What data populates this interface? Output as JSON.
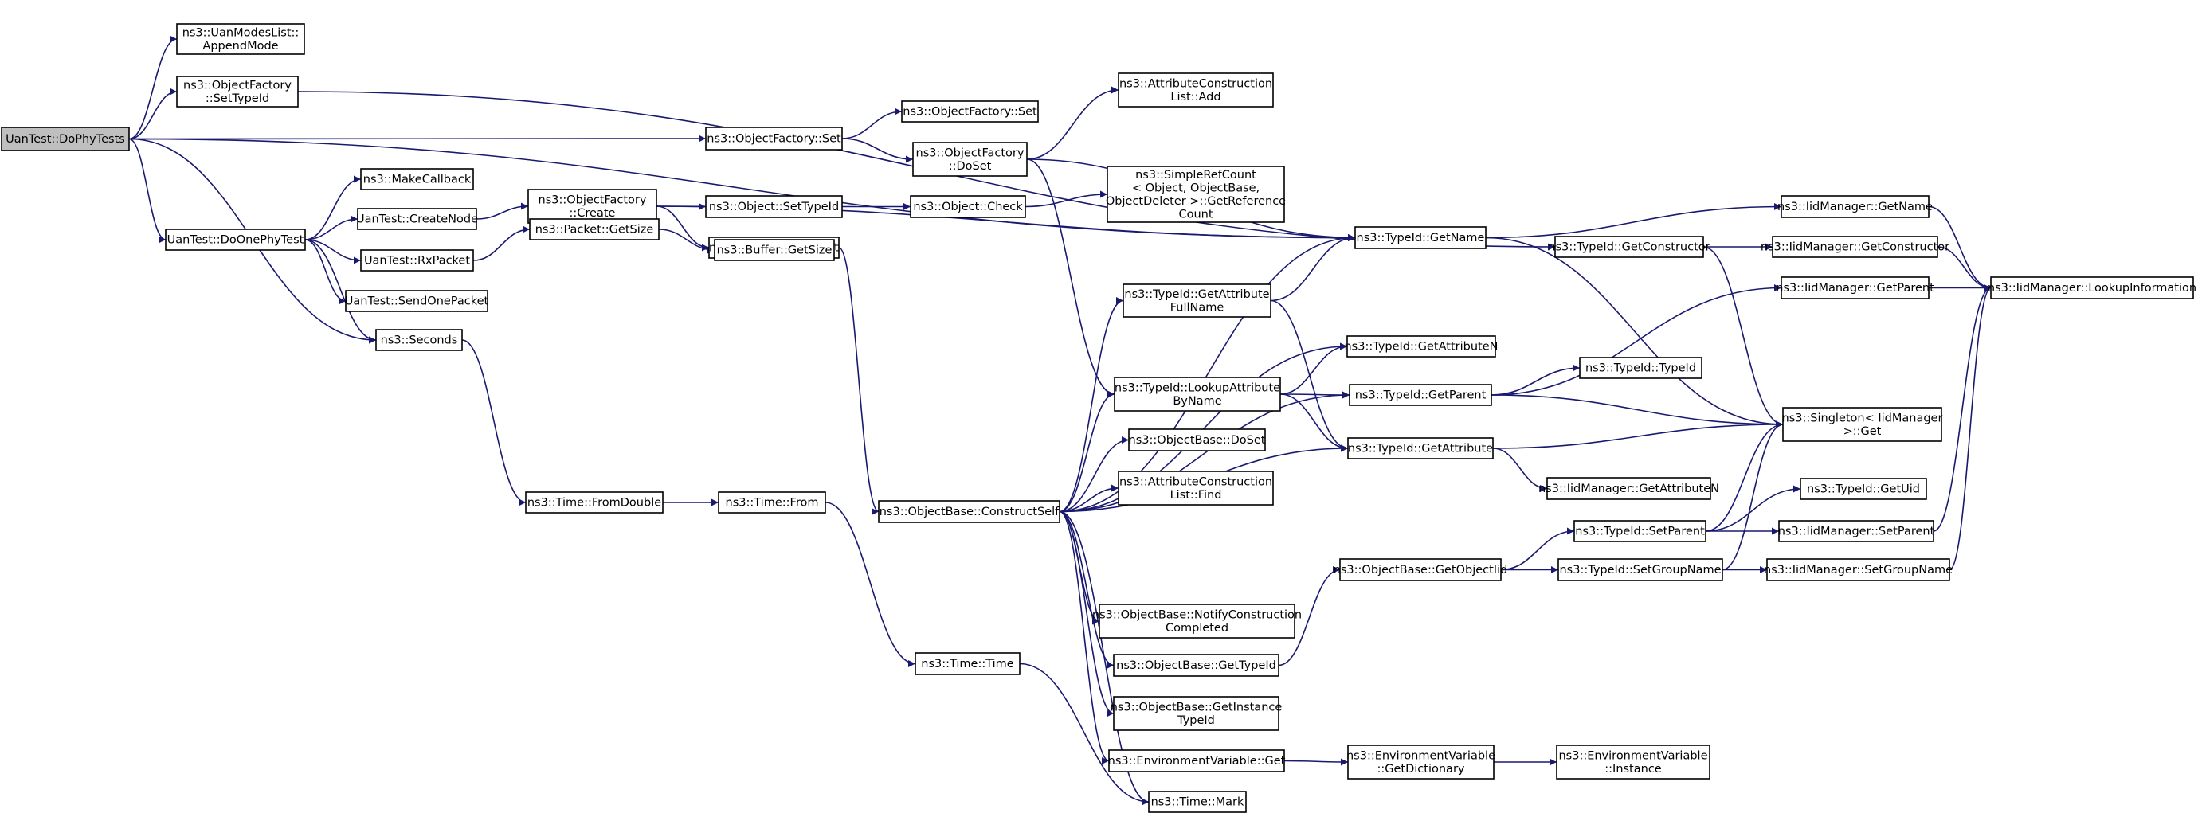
{
  "nodes": [
    {
      "id": "root",
      "lines": [
        "UanTest::DoPhyTests"
      ]
    },
    {
      "id": "appendmode",
      "lines": [
        "ns3::UanModesList::",
        "AppendMode"
      ]
    },
    {
      "id": "settypeid",
      "lines": [
        "ns3::ObjectFactory",
        "::SetTypeId"
      ]
    },
    {
      "id": "dophytest",
      "lines": [
        "UanTest::DoOnePhyTest"
      ]
    },
    {
      "id": "seconds",
      "lines": [
        "ns3::Seconds"
      ]
    },
    {
      "id": "makecallback",
      "lines": [
        "ns3::MakeCallback"
      ]
    },
    {
      "id": "createnode",
      "lines": [
        "UanTest::CreateNode"
      ]
    },
    {
      "id": "rxpacket",
      "lines": [
        "UanTest::RxPacket"
      ]
    },
    {
      "id": "sendonepacket",
      "lines": [
        "UanTest::SendOnePacket"
      ]
    },
    {
      "id": "ofcreate",
      "lines": [
        "ns3::ObjectFactory",
        "::Create"
      ]
    },
    {
      "id": "ofset",
      "lines": [
        "ns3::ObjectFactory::Set"
      ]
    },
    {
      "id": "ofset2",
      "lines": [
        "ns3::ObjectFactory::Set"
      ]
    },
    {
      "id": "ofdoset",
      "lines": [
        "ns3::ObjectFactory",
        "::DoSet"
      ]
    },
    {
      "id": "objsettypeid",
      "lines": [
        "ns3::Object::SetTypeId"
      ]
    },
    {
      "id": "objconstruct",
      "lines": [
        "ns3::Object::Construct"
      ]
    },
    {
      "id": "objcheck",
      "lines": [
        "ns3::Object::Check"
      ]
    },
    {
      "id": "packetgetsize",
      "lines": [
        "ns3::Packet::GetSize"
      ]
    },
    {
      "id": "buffergetsize",
      "lines": [
        "ns3::Buffer::GetSize"
      ]
    },
    {
      "id": "attrconstadd",
      "lines": [
        "ns3::AttributeConstruction",
        "List::Add"
      ]
    },
    {
      "id": "simplerefcount",
      "lines": [
        "ns3::SimpleRefCount",
        "< Object, ObjectBase,",
        "ObjectDeleter >::GetReference",
        "Count"
      ]
    },
    {
      "id": "timefromdouble",
      "lines": [
        "ns3::Time::FromDouble"
      ]
    },
    {
      "id": "timefrom",
      "lines": [
        "ns3::Time::From"
      ]
    },
    {
      "id": "timetime",
      "lines": [
        "ns3::Time::Time"
      ]
    },
    {
      "id": "timemark",
      "lines": [
        "ns3::Time::Mark"
      ]
    },
    {
      "id": "constructself",
      "lines": [
        "ns3::ObjectBase::ConstructSelf"
      ]
    },
    {
      "id": "getattrfullname",
      "lines": [
        "ns3::TypeId::GetAttribute",
        "FullName"
      ]
    },
    {
      "id": "lookupattr",
      "lines": [
        "ns3::TypeId::LookupAttribute",
        "ByName"
      ]
    },
    {
      "id": "obdoset",
      "lines": [
        "ns3::ObjectBase::DoSet"
      ]
    },
    {
      "id": "attrconstfind",
      "lines": [
        "ns3::AttributeConstruction",
        "List::Find"
      ]
    },
    {
      "id": "notifyconst",
      "lines": [
        "ns3::ObjectBase::NotifyConstruction",
        "Completed"
      ]
    },
    {
      "id": "obgettypeid",
      "lines": [
        "ns3::ObjectBase::GetTypeId"
      ]
    },
    {
      "id": "obgetinstance",
      "lines": [
        "ns3::ObjectBase::GetInstance",
        "TypeId"
      ]
    },
    {
      "id": "envget",
      "lines": [
        "ns3::EnvironmentVariable::Get"
      ]
    },
    {
      "id": "tigetname",
      "lines": [
        "ns3::TypeId::GetName"
      ]
    },
    {
      "id": "tigetattrn",
      "lines": [
        "ns3::TypeId::GetAttributeN"
      ]
    },
    {
      "id": "tigetparent",
      "lines": [
        "ns3::TypeId::GetParent"
      ]
    },
    {
      "id": "tigetattr",
      "lines": [
        "ns3::TypeId::GetAttribute"
      ]
    },
    {
      "id": "obgetobjectiid",
      "lines": [
        "ns3::ObjectBase::GetObjectIid"
      ]
    },
    {
      "id": "envgetdict",
      "lines": [
        "ns3::EnvironmentVariable",
        "::GetDictionary"
      ]
    },
    {
      "id": "tigetconstructor",
      "lines": [
        "ns3::TypeId::GetConstructor"
      ]
    },
    {
      "id": "titypeid",
      "lines": [
        "ns3::TypeId::TypeId"
      ]
    },
    {
      "id": "iidgetattrn",
      "lines": [
        "ns3::IidManager::GetAttributeN"
      ]
    },
    {
      "id": "tisetparent",
      "lines": [
        "ns3::TypeId::SetParent"
      ]
    },
    {
      "id": "tisetgroupname",
      "lines": [
        "ns3::TypeId::SetGroupName"
      ]
    },
    {
      "id": "envinstance",
      "lines": [
        "ns3::EnvironmentVariable",
        "::Instance"
      ]
    },
    {
      "id": "iidgetname",
      "lines": [
        "ns3::IidManager::GetName"
      ]
    },
    {
      "id": "iidgetconstructor",
      "lines": [
        "ns3::IidManager::GetConstructor"
      ]
    },
    {
      "id": "iidgetparent",
      "lines": [
        "ns3::IidManager::GetParent"
      ]
    },
    {
      "id": "singletonget",
      "lines": [
        "ns3::Singleton< IidManager",
        " >::Get"
      ]
    },
    {
      "id": "tigetuid",
      "lines": [
        "ns3::TypeId::GetUid"
      ]
    },
    {
      "id": "iidsetparent",
      "lines": [
        "ns3::IidManager::SetParent"
      ]
    },
    {
      "id": "iidsetgroupname",
      "lines": [
        "ns3::IidManager::SetGroupName"
      ]
    },
    {
      "id": "iidlookupinfo",
      "lines": [
        "ns3::IidManager::LookupInformation"
      ]
    }
  ],
  "edges": [
    [
      "root",
      "appendmode"
    ],
    [
      "root",
      "settypeid"
    ],
    [
      "root",
      "ofset"
    ],
    [
      "root",
      "dophytest"
    ],
    [
      "root",
      "seconds"
    ],
    [
      "root",
      "tigetname"
    ],
    [
      "settypeid",
      "tigetconstructor"
    ],
    [
      "dophytest",
      "makecallback"
    ],
    [
      "dophytest",
      "createnode"
    ],
    [
      "dophytest",
      "rxpacket"
    ],
    [
      "dophytest",
      "sendonepacket"
    ],
    [
      "dophytest",
      "seconds"
    ],
    [
      "createnode",
      "ofcreate"
    ],
    [
      "rxpacket",
      "packetgetsize"
    ],
    [
      "packetgetsize",
      "buffergetsize"
    ],
    [
      "seconds",
      "timefromdouble"
    ],
    [
      "timefromdouble",
      "timefrom"
    ],
    [
      "timefrom",
      "timetime"
    ],
    [
      "timetime",
      "timemark"
    ],
    [
      "ofcreate",
      "tigetname"
    ],
    [
      "ofcreate",
      "objsettypeid"
    ],
    [
      "ofcreate",
      "objconstruct"
    ],
    [
      "ofset",
      "ofset2"
    ],
    [
      "ofset",
      "ofdoset"
    ],
    [
      "ofdoset",
      "attrconstadd"
    ],
    [
      "ofdoset",
      "tigetname"
    ],
    [
      "ofdoset",
      "lookupattr"
    ],
    [
      "objsettypeid",
      "objcheck"
    ],
    [
      "objcheck",
      "simplerefcount"
    ],
    [
      "objconstruct",
      "constructself"
    ],
    [
      "constructself",
      "tigetname"
    ],
    [
      "constructself",
      "getattrfullname"
    ],
    [
      "constructself",
      "tigetattrn"
    ],
    [
      "constructself",
      "lookupattr"
    ],
    [
      "constructself",
      "tigetparent"
    ],
    [
      "constructself",
      "tigetattr"
    ],
    [
      "constructself",
      "obdoset"
    ],
    [
      "constructself",
      "attrconstfind"
    ],
    [
      "constructself",
      "notifyconst"
    ],
    [
      "constructself",
      "obgettypeid"
    ],
    [
      "constructself",
      "obgetinstance"
    ],
    [
      "constructself",
      "envget"
    ],
    [
      "constructself",
      "timemark"
    ],
    [
      "getattrfullname",
      "tigetname"
    ],
    [
      "getattrfullname",
      "tigetattr"
    ],
    [
      "lookupattr",
      "tigetattrn"
    ],
    [
      "lookupattr",
      "tigetparent"
    ],
    [
      "lookupattr",
      "tigetattr"
    ],
    [
      "obgettypeid",
      "obgetobjectiid"
    ],
    [
      "envget",
      "envgetdict"
    ],
    [
      "envgetdict",
      "envinstance"
    ],
    [
      "tigetname",
      "iidgetname"
    ],
    [
      "tigetname",
      "singletonget"
    ],
    [
      "tigetparent",
      "titypeid"
    ],
    [
      "tigetparent",
      "iidgetparent"
    ],
    [
      "tigetparent",
      "singletonget"
    ],
    [
      "tigetattr",
      "iidgetattrn"
    ],
    [
      "tigetattr",
      "singletonget"
    ],
    [
      "obgetobjectiid",
      "tisetparent"
    ],
    [
      "obgetobjectiid",
      "tisetgroupname"
    ],
    [
      "tigetconstructor",
      "iidgetconstructor"
    ],
    [
      "tigetconstructor",
      "singletonget"
    ],
    [
      "tisetparent",
      "tigetuid"
    ],
    [
      "tisetparent",
      "iidsetparent"
    ],
    [
      "tisetparent",
      "singletonget"
    ],
    [
      "tisetgroupname",
      "iidsetgroupname"
    ],
    [
      "tisetgroupname",
      "singletonget"
    ],
    [
      "iidgetname",
      "iidlookupinfo"
    ],
    [
      "iidgetconstructor",
      "iidlookupinfo"
    ],
    [
      "iidgetparent",
      "iidlookupinfo"
    ],
    [
      "iidsetparent",
      "iidlookupinfo"
    ],
    [
      "iidsetgroupname",
      "iidlookupinfo"
    ]
  ]
}
